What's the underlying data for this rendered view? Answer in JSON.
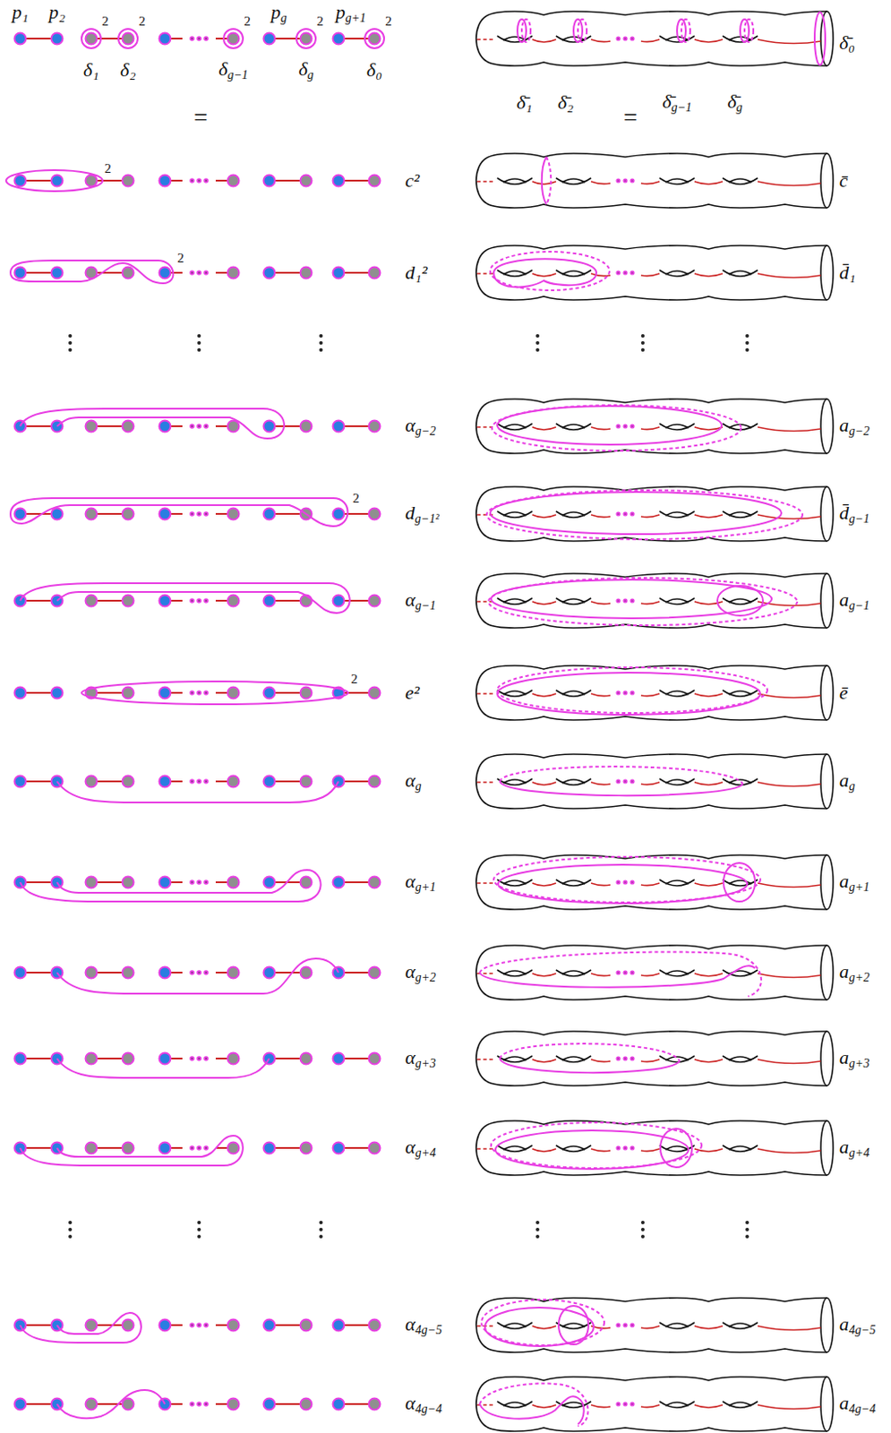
{
  "diagram": {
    "labels": [
      "p₁",
      "p₂",
      "2",
      "2",
      "2",
      "pg",
      "2",
      "pg+1",
      "2",
      "δ₁",
      "δ₂",
      "δg−1",
      "δg",
      "δ₀",
      "δ̄₀",
      "δ̄₁",
      "δ̄₂",
      "δ̄g−1",
      "δ̄g",
      "=",
      "=",
      "2",
      "c²",
      "c̄",
      "2",
      "d₁²",
      "d̄₁",
      "αg−2",
      "ag−2",
      "2",
      "dg−1²",
      "d̄g−1",
      "αg−1",
      "ag−1",
      "2",
      "e²",
      "ē",
      "αg",
      "ag",
      "αg+1",
      "ag+1",
      "αg+2",
      "ag+2",
      "αg+3",
      "ag+3",
      "αg+4",
      "ag+4",
      "α4g−5",
      "a4g−5",
      "α4g−4",
      "a4g−4"
    ]
  }
}
